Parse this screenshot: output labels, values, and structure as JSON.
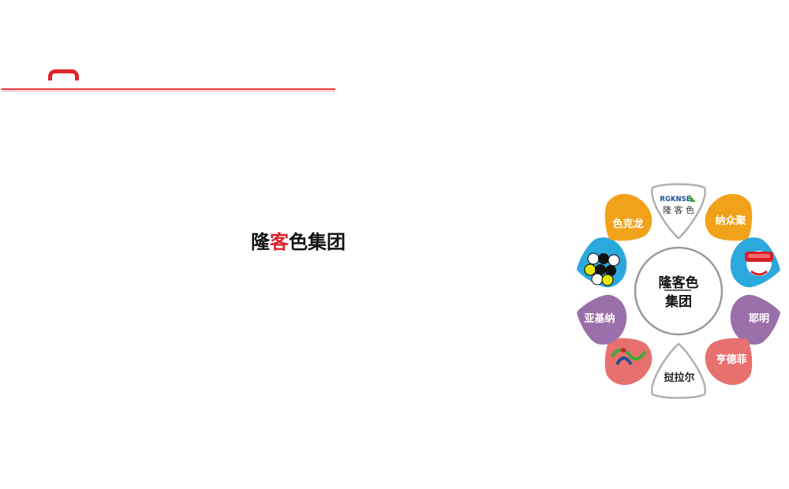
{
  "title": {
    "part1": "隆",
    "part2": "客",
    "part3": "色集团"
  },
  "diagram": {
    "center": {
      "line1": "隆客色",
      "line2": "集团"
    },
    "top_logo": {
      "brand": "RGKNSE",
      "cn": "隆 客 色"
    },
    "petals": [
      {
        "label": "纳众聚",
        "color": "#f1a21a"
      },
      {
        "label": "",
        "icon": "vr-headset-icon",
        "color": "#2ba9dd"
      },
      {
        "label": "耶明",
        "color": "#9b6fa9"
      },
      {
        "label": "亨德菲",
        "color": "#e8706e"
      },
      {
        "label": "挝拉尔",
        "color": "#ffffff"
      },
      {
        "label": "",
        "icon": "wave-logo-icon",
        "color": "#e8706e"
      },
      {
        "label": "亚基纳",
        "color": "#9b6fa9"
      },
      {
        "label": "",
        "icon": "go-stones-icon",
        "color": "#2ba9dd"
      },
      {
        "label": "色克龙",
        "color": "#f1a21a"
      }
    ]
  }
}
